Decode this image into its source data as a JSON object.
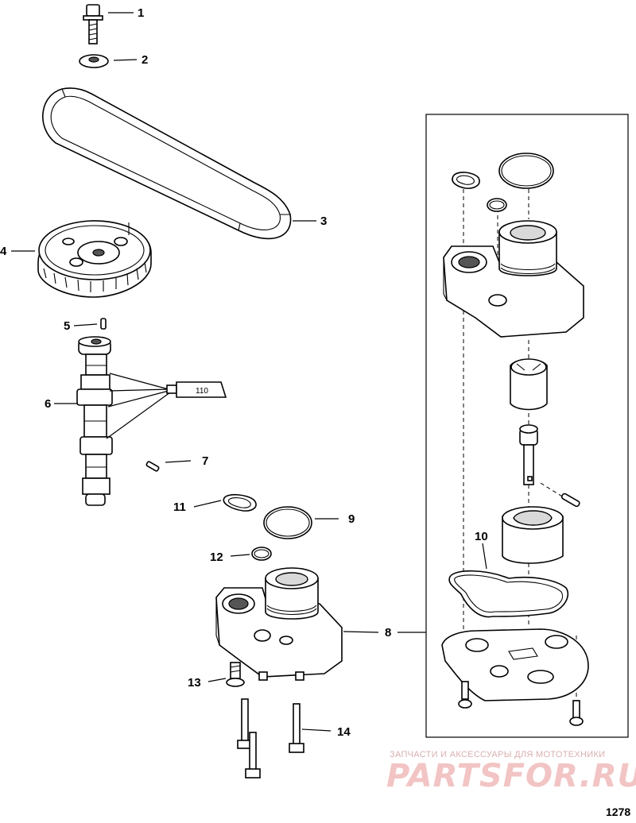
{
  "callouts": [
    {
      "id": "1",
      "part": "bolt"
    },
    {
      "id": "2",
      "part": "washer"
    },
    {
      "id": "3",
      "part": "timing-belt"
    },
    {
      "id": "4",
      "part": "camshaft-pulley"
    },
    {
      "id": "5",
      "part": "dowel-pin"
    },
    {
      "id": "6",
      "part": "camshaft"
    },
    {
      "id": "7",
      "part": "pin"
    },
    {
      "id": "8",
      "part": "oil-pump-assembly"
    },
    {
      "id": "9",
      "part": "o-ring-large"
    },
    {
      "id": "10",
      "part": "seal-gasket"
    },
    {
      "id": "11",
      "part": "oval-seal"
    },
    {
      "id": "12",
      "part": "o-ring-small"
    },
    {
      "id": "13",
      "part": "screw"
    },
    {
      "id": "14",
      "part": "bolts"
    }
  ],
  "sealant_label": "110",
  "watermark": {
    "caption": "ЗАПЧАСТИ И АКСЕССУАРЫ ДЛЯ МОТОТЕХНИКИ",
    "logo": "PARTSFOR.RU"
  },
  "figure_number": "1278"
}
